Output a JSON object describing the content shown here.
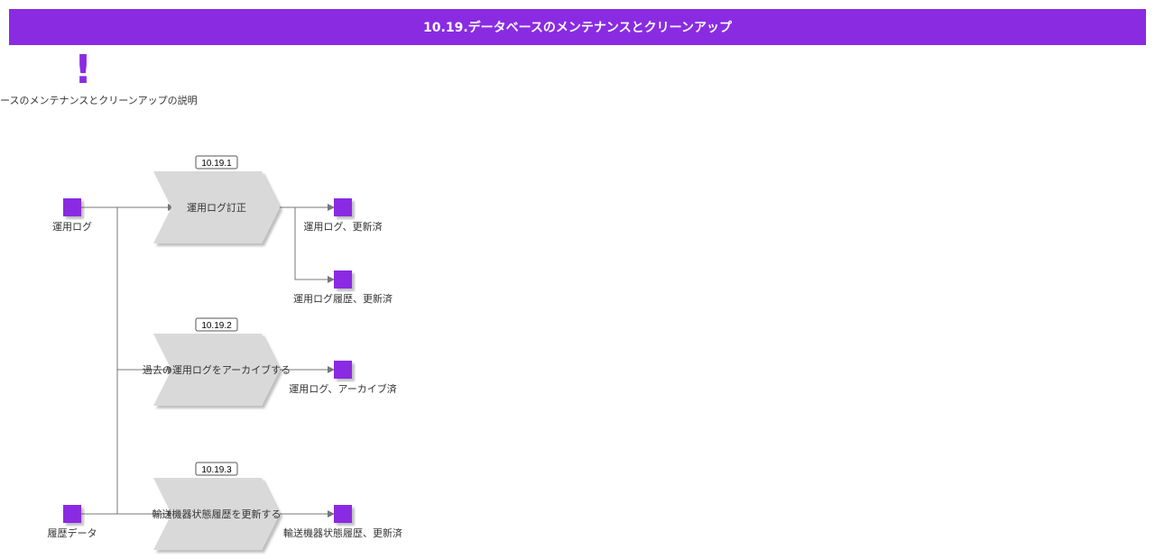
{
  "header": {
    "title": "10.19.データベースのメンテナンスとクリーンアップ"
  },
  "note": {
    "icon": "exclamation-icon",
    "symbol": "!",
    "text": "ースのメンテナンスとクリーンアップの説明"
  },
  "colors": {
    "accent": "#8a2be2",
    "process_fill": "#d9d9d9",
    "connector": "#777777"
  },
  "inputs": [
    {
      "id": "in1",
      "label": "運用ログ"
    },
    {
      "id": "in2",
      "label": "履歴データ"
    }
  ],
  "processes": [
    {
      "id": "p1",
      "number": "10.19.1",
      "label": "運用ログ訂正"
    },
    {
      "id": "p2",
      "number": "10.19.2",
      "label": "過去の運用ログをアーカイブする"
    },
    {
      "id": "p3",
      "number": "10.19.3",
      "label": "輸送機器状態履歴を更新する"
    }
  ],
  "outputs": [
    {
      "id": "o1",
      "label": "運用ログ、更新済"
    },
    {
      "id": "o2",
      "label": "運用ログ履歴、更新済"
    },
    {
      "id": "o3",
      "label": "運用ログ、アーカイブ済"
    },
    {
      "id": "o4",
      "label": "輸送機器状態履歴、更新済"
    }
  ]
}
